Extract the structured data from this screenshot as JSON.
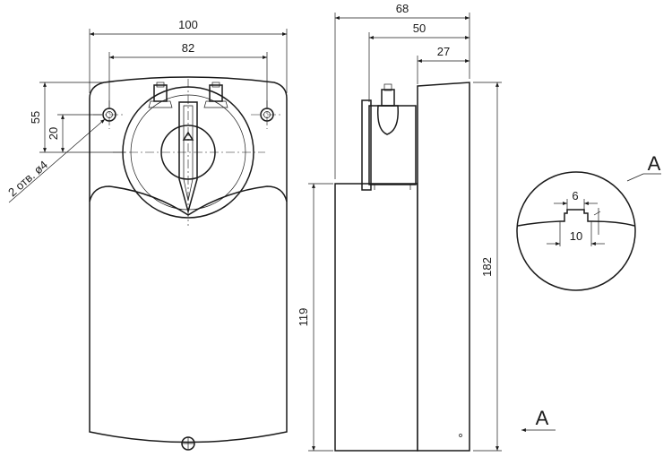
{
  "front_view": {
    "dim_width_outer": "100",
    "dim_width_holes": "82",
    "dim_hole_height": "55",
    "dim_hole_offset": "20",
    "hole_note": "2 отв. ø4"
  },
  "side_view": {
    "dim_depth_total": "68",
    "dim_depth_mid": "50",
    "dim_depth_shaft": "27",
    "dim_height_total": "182",
    "dim_height_body": "119"
  },
  "detail_view": {
    "label": "A",
    "dim_slot_width": "6",
    "dim_slot_outer": "10"
  },
  "section_marker": {
    "label": "A"
  }
}
